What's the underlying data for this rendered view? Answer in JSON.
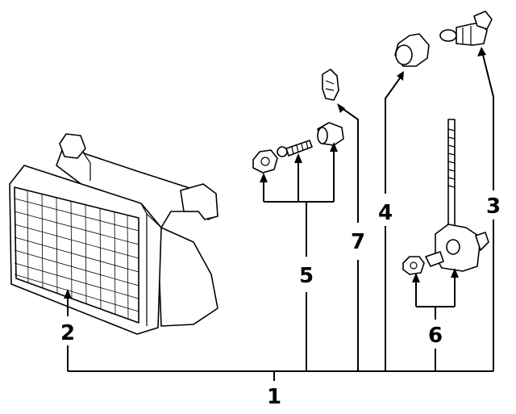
{
  "diagram": {
    "callouts": [
      "1",
      "2",
      "3",
      "4",
      "5",
      "6",
      "7"
    ]
  }
}
